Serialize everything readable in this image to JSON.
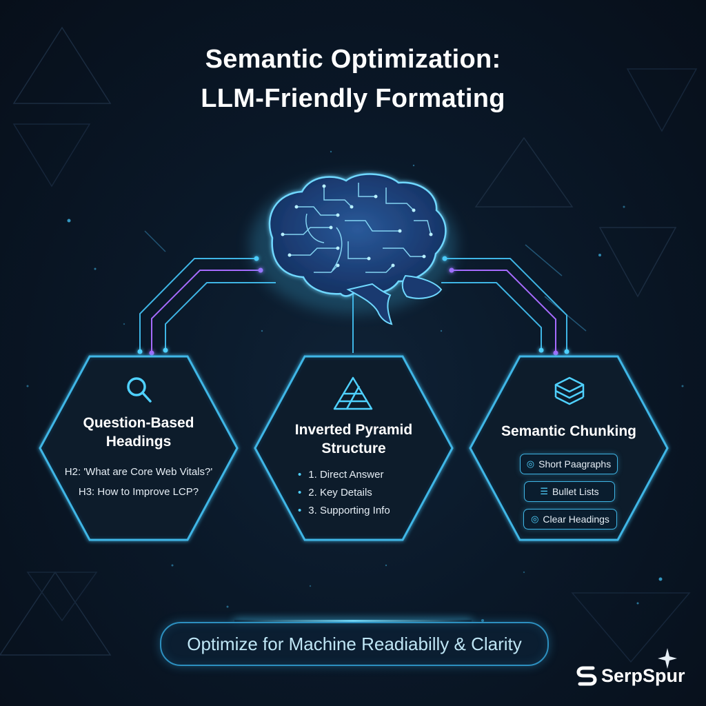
{
  "title": {
    "line1": "Semantic Optimization:",
    "line2": "LLM-Friendly Formating"
  },
  "cards": [
    {
      "icon": "magnifier-icon",
      "title_line1": "Question-Based",
      "title_line2": "Headings",
      "lines": [
        "H2: 'What are Core Web Vitals?'",
        "H3: How to Improve LCP?"
      ]
    },
    {
      "icon": "pyramid-icon",
      "title_line1": "Inverted Pyramid",
      "title_line2": "Structure",
      "items": [
        "1. Direct Answer",
        "2. Key Details",
        "3. Supporting Info"
      ]
    },
    {
      "icon": "layers-icon",
      "title_line1": "Semantic Chunking",
      "pills": [
        {
          "icon": "paragraph-icon",
          "label": "Short Paagraphs"
        },
        {
          "icon": "list-icon",
          "label": "Bullet Lists"
        },
        {
          "icon": "heading-icon",
          "label": "Clear Headings"
        }
      ]
    }
  ],
  "footer": {
    "label": "Optimize for Machine Readiabilly & Clarity"
  },
  "brand": {
    "name": "SerpSpur"
  },
  "colors": {
    "background": "#0a1828",
    "accent_cyan": "#4fd1ff",
    "accent_purple": "#a66bff",
    "hex_border": "#3fb6e6"
  }
}
